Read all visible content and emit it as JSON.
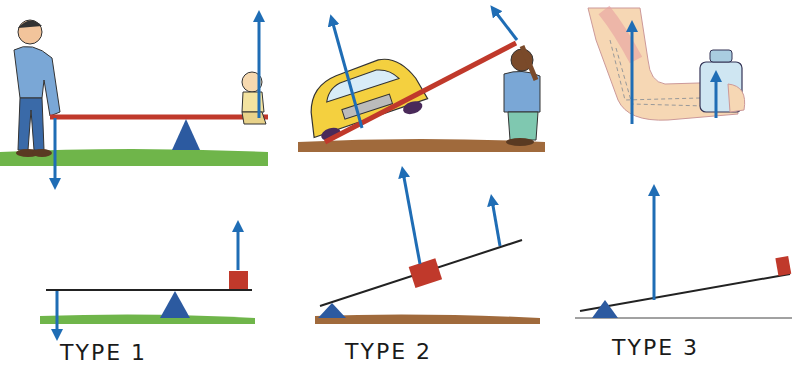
{
  "diagram": {
    "labels": [
      "TYPE 1",
      "TYPE 2",
      "TYPE 3"
    ]
  }
}
